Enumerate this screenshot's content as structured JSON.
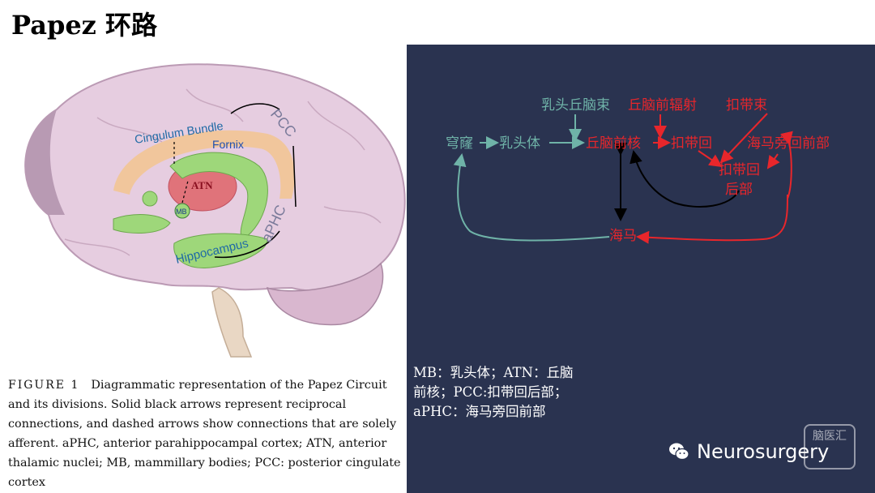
{
  "title": "Papez 环路",
  "figure": {
    "labels": {
      "cingulum": "Cingulum Bundle",
      "fornix": "Fornix",
      "pcc": "PCC",
      "atn": "ATN",
      "mb": "MB",
      "aphc": "aPHC",
      "hippocampus": "Hippocampus"
    },
    "caption_label": "FIGURE 1",
    "caption_text": "Diagrammatic representation of the Papez Circuit and its divisions. Solid black arrows represent reciprocal connections, and dashed arrows show connections that are solely afferent. aPHC, anterior parahippocampal cortex; ATN, anterior thalamic nuclei; MB, mammillary bodies; PCC: posterior cingulate cortex"
  },
  "legend": "MB：乳头体；ATN：丘脑前核；PCC:扣带回后部；aPHC：海马旁回前部",
  "flow": {
    "nodes": {
      "fornix": "穹窿",
      "mb": "乳头体",
      "mtt": "乳头丘脑束",
      "atn": "丘脑前核",
      "thal_rad": "丘脑前辐射",
      "cing_bundle": "扣带束",
      "cing_gyrus": "扣带回",
      "aphc": "海马旁回前部",
      "pcc_line1": "扣带回",
      "pcc_line2": "后部",
      "hippocampus": "海马"
    },
    "colors": {
      "teal": "#6fb3a8",
      "red": "#e8262b",
      "black": "#000000",
      "panel": "#2a3350"
    }
  },
  "watermark": {
    "icon": "wechat-icon",
    "text": "Neurosurgery",
    "stamp": "脑医汇"
  }
}
